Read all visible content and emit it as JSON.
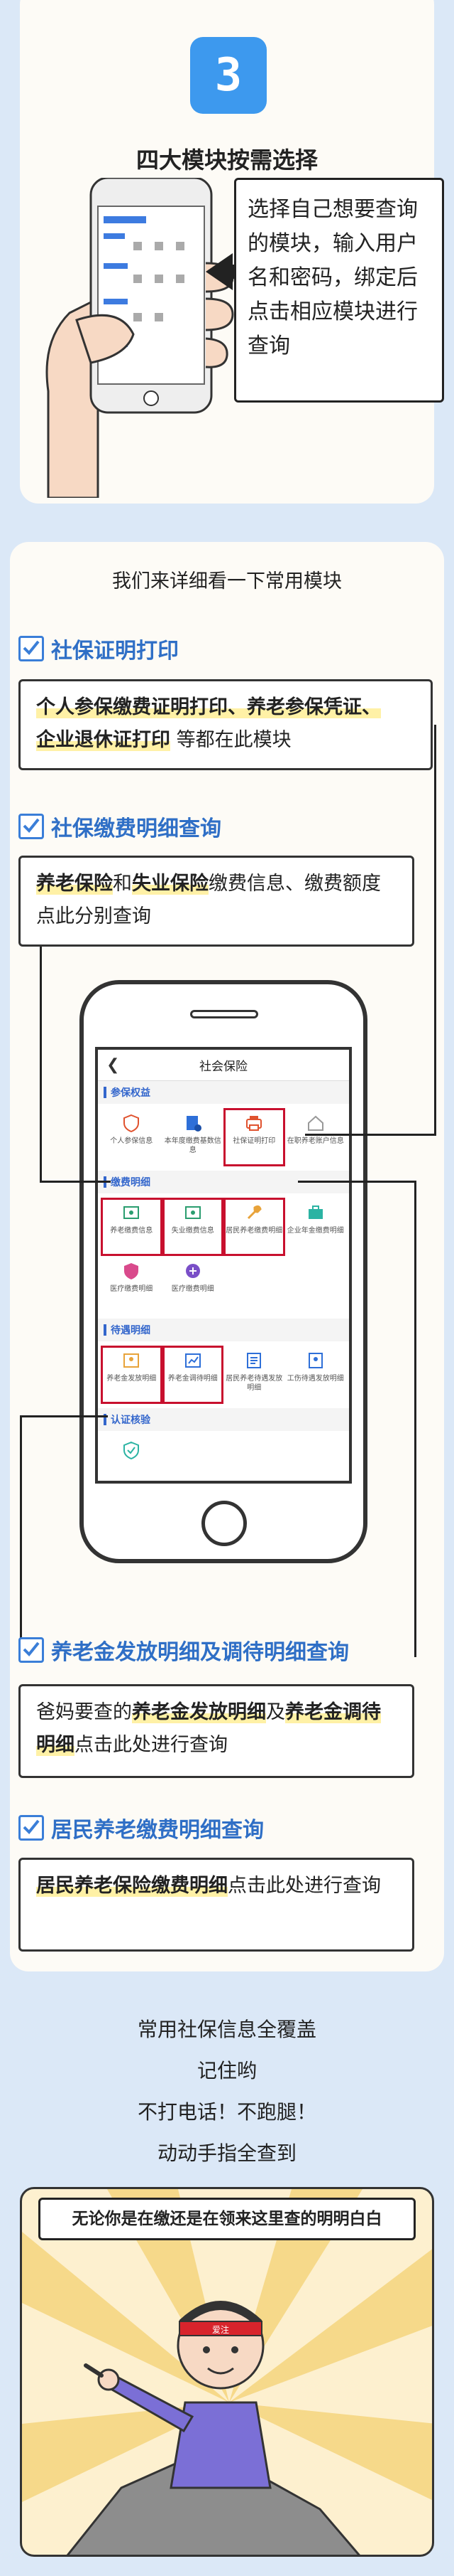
{
  "step": {
    "number": "3",
    "title": "四大模块按需选择",
    "explain_lines": [
      "选择自己想要查询",
      "的模块，输入用户",
      "名和密码，绑定后",
      "点击相应模块进行",
      "查询"
    ]
  },
  "intro": "我们来详细看一下常用模块",
  "sections": [
    {
      "label": "社保证明打印",
      "parts": [
        "个人参保缴费证明打印、养老参保凭证、",
        "企业退休证打印",
        " 等都在此模块"
      ]
    },
    {
      "label": "社保缴费明细查询",
      "parts": [
        "养老保险",
        "和",
        "失业保险",
        "缴费信息、缴费额度点此分别查询"
      ]
    },
    {
      "label": "养老金发放明细及调待明细查询",
      "parts": [
        "爸妈要查的",
        "养老金发放明细",
        "及",
        "养老金调待明细",
        "点击此处进行查询"
      ]
    },
    {
      "label": "居民养老缴费明细查询",
      "parts": [
        "居民养老保险缴费明细",
        "点击此处进行查询"
      ]
    }
  ],
  "app": {
    "title": "社会保险",
    "groups": [
      {
        "name": "参保权益",
        "items": [
          "个人参保信息",
          "本年度缴费基数信息",
          "社保证明打印",
          "在职养老账户信息"
        ]
      },
      {
        "name": "缴费明细",
        "items": [
          "养老缴费信息",
          "失业缴费信息",
          "居民养老缴费明细",
          "企业年金缴费明细",
          "医疗缴费明细",
          "医疗缴费明细"
        ]
      },
      {
        "name": "待遇明细",
        "items": [
          "养老金发放明细",
          "养老金调待明细",
          "居民养老待遇发放明细",
          "工伤待遇发放明细"
        ]
      },
      {
        "name": "认证核验",
        "items": [
          ""
        ]
      }
    ]
  },
  "closing": [
    "常用社保信息全覆盖",
    "记住哟",
    "不打电话！不跑腿！",
    "动动手指全查到"
  ],
  "cartoon_bubble": "无论你是在缴还是在领来这里查的明明白白",
  "cartoon_badge": "爱注",
  "colors": {
    "accent": "#3d99ee",
    "section": "#2f6fc6",
    "mark": "#c8102e",
    "highlight": "#fff1a6"
  }
}
